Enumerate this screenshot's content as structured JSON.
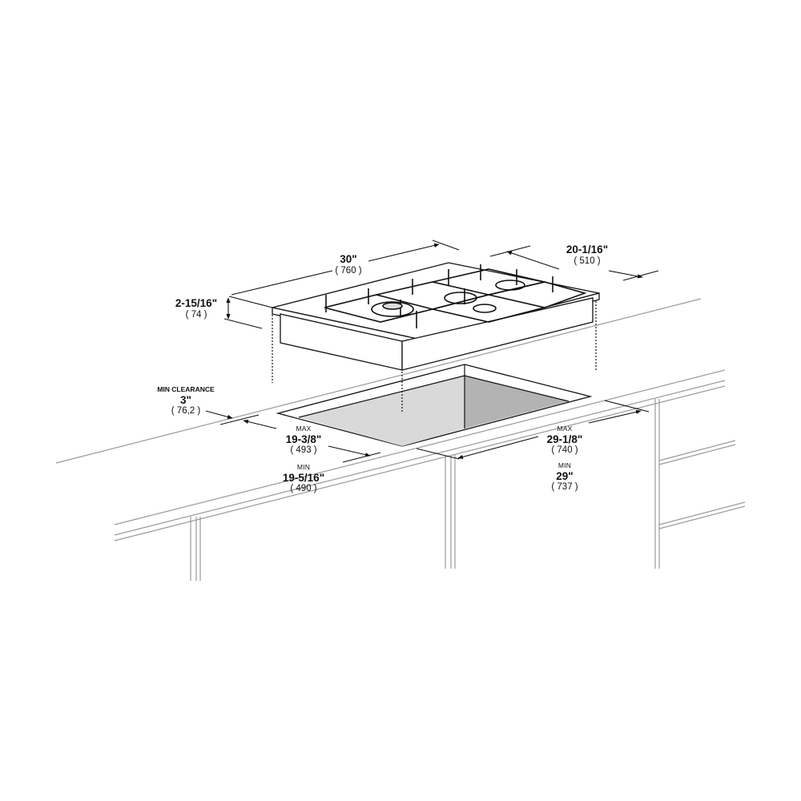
{
  "diagram": {
    "subject": "Gas cooktop cutout installation dimensions",
    "colors": {
      "line": "#111111",
      "cabinet_line": "#9a9a9a",
      "cutout_fill_left": "#d9d9d9",
      "cutout_fill_right": "#b3b3b3"
    }
  },
  "dimensions": {
    "width": {
      "inches": "30\"",
      "mm": "( 760 )"
    },
    "depth": {
      "inches": "20-1/16\"",
      "mm": "( 510 )"
    },
    "height": {
      "inches": "2-15/16\"",
      "mm": "( 74 )"
    },
    "clearance": {
      "tag": "MIN CLEARANCE",
      "inches": "3\"",
      "mm": "( 76,2 )"
    },
    "cutout_depth_max": {
      "tag": "MAX",
      "inches": "19-3/8\"",
      "mm": "( 493 )"
    },
    "cutout_depth_min": {
      "tag": "MIN",
      "inches": "19-5/16\"",
      "mm": "( 490 )"
    },
    "cutout_width_max": {
      "tag": "MAX",
      "inches": "29-1/8\"",
      "mm": "( 740 )"
    },
    "cutout_width_min": {
      "tag": "MIN",
      "inches": "29\"",
      "mm": "( 737 )"
    }
  }
}
